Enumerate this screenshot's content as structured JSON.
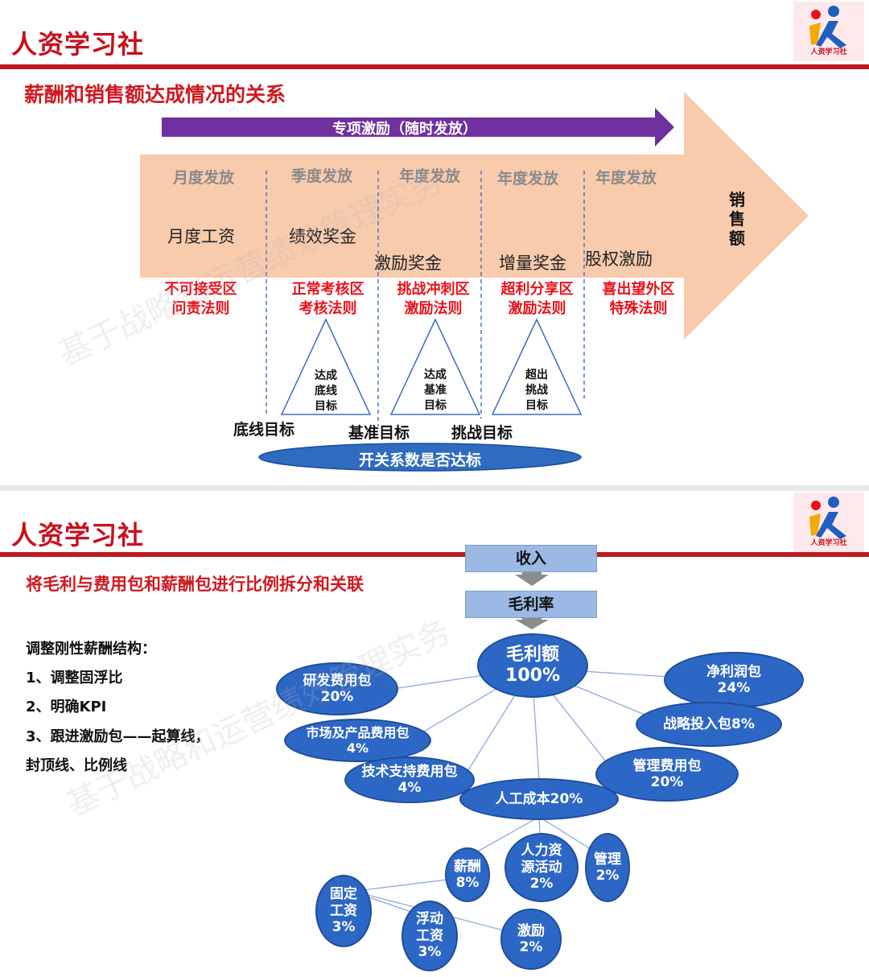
{
  "brand": "人资学习社",
  "logo_text": "人资学习社",
  "watermark": "基于战略和运营绩效管理实务",
  "slide1": {
    "title": "薪酬和销售额达成情况的关系",
    "special_incentive": "专项激励（随时发放）",
    "sales_label": "销售额",
    "phases": [
      "月度发放",
      "季度发放",
      "年度发放",
      "年度发放",
      "年度发放"
    ],
    "components": [
      "月度工资",
      "绩效奖金",
      "激励奖金",
      "增量奖金",
      "股权激励"
    ],
    "zones": [
      {
        "name": "不可接受区",
        "rule": "问责法则"
      },
      {
        "name": "正常考核区",
        "rule": "考核法则"
      },
      {
        "name": "挑战冲刺区",
        "rule": "激励法则"
      },
      {
        "name": "超利分享区",
        "rule": "激励法则"
      },
      {
        "name": "喜出望外区",
        "rule": "特殊法则"
      }
    ],
    "triangles": [
      [
        "达成",
        "底线",
        "目标"
      ],
      [
        "达成",
        "基准",
        "目标"
      ],
      [
        "超出",
        "挑战",
        "目标"
      ]
    ],
    "targets": [
      "底线目标",
      "基准目标",
      "挑战目标"
    ],
    "switch_label": "开关系数是否达标"
  },
  "slide2": {
    "title": "将毛利与费用包和薪酬包进行比例拆分和关联",
    "flow": [
      "收入",
      "毛利率"
    ],
    "adjust": {
      "heading": "调整刚性薪酬结构：",
      "items": [
        "1、调整固浮比",
        "2、明确KPI",
        "3、跟进激励包——起算线，",
        "封顶线、比例线"
      ]
    },
    "nodes": {
      "gross": {
        "name": "毛利额",
        "value": "100%"
      },
      "rd": {
        "name": "研发费用包",
        "value": "20%"
      },
      "market": {
        "name": "市场及产品费用包",
        "value": "4%"
      },
      "tech": {
        "name": "技术支持费用包",
        "value": "4%"
      },
      "labor": {
        "name": "人工成本20%",
        "value": ""
      },
      "profit": {
        "name": "净利润包",
        "value": "24%"
      },
      "strategy": {
        "name": "战略投入包8%",
        "value": ""
      },
      "admin": {
        "name": "管理费用包",
        "value": "20%"
      },
      "salary": {
        "name": "薪酬",
        "value": "8%"
      },
      "hr": {
        "name": "人力资源活动",
        "value": "2%"
      },
      "mgmt": {
        "name": "管理",
        "value": "2%"
      },
      "fixed": {
        "name": "固定工资3%",
        "value": ""
      },
      "float": {
        "name": "浮动工资3%",
        "value": ""
      },
      "bonus": {
        "name": "激励",
        "value": "2%"
      }
    }
  },
  "colors": {
    "red": "#c8101e",
    "purple": "#7030a0",
    "salmon": "#f8cbad",
    "node_blue": "#2d67c6",
    "flow_blue": "#9cb8e4"
  }
}
